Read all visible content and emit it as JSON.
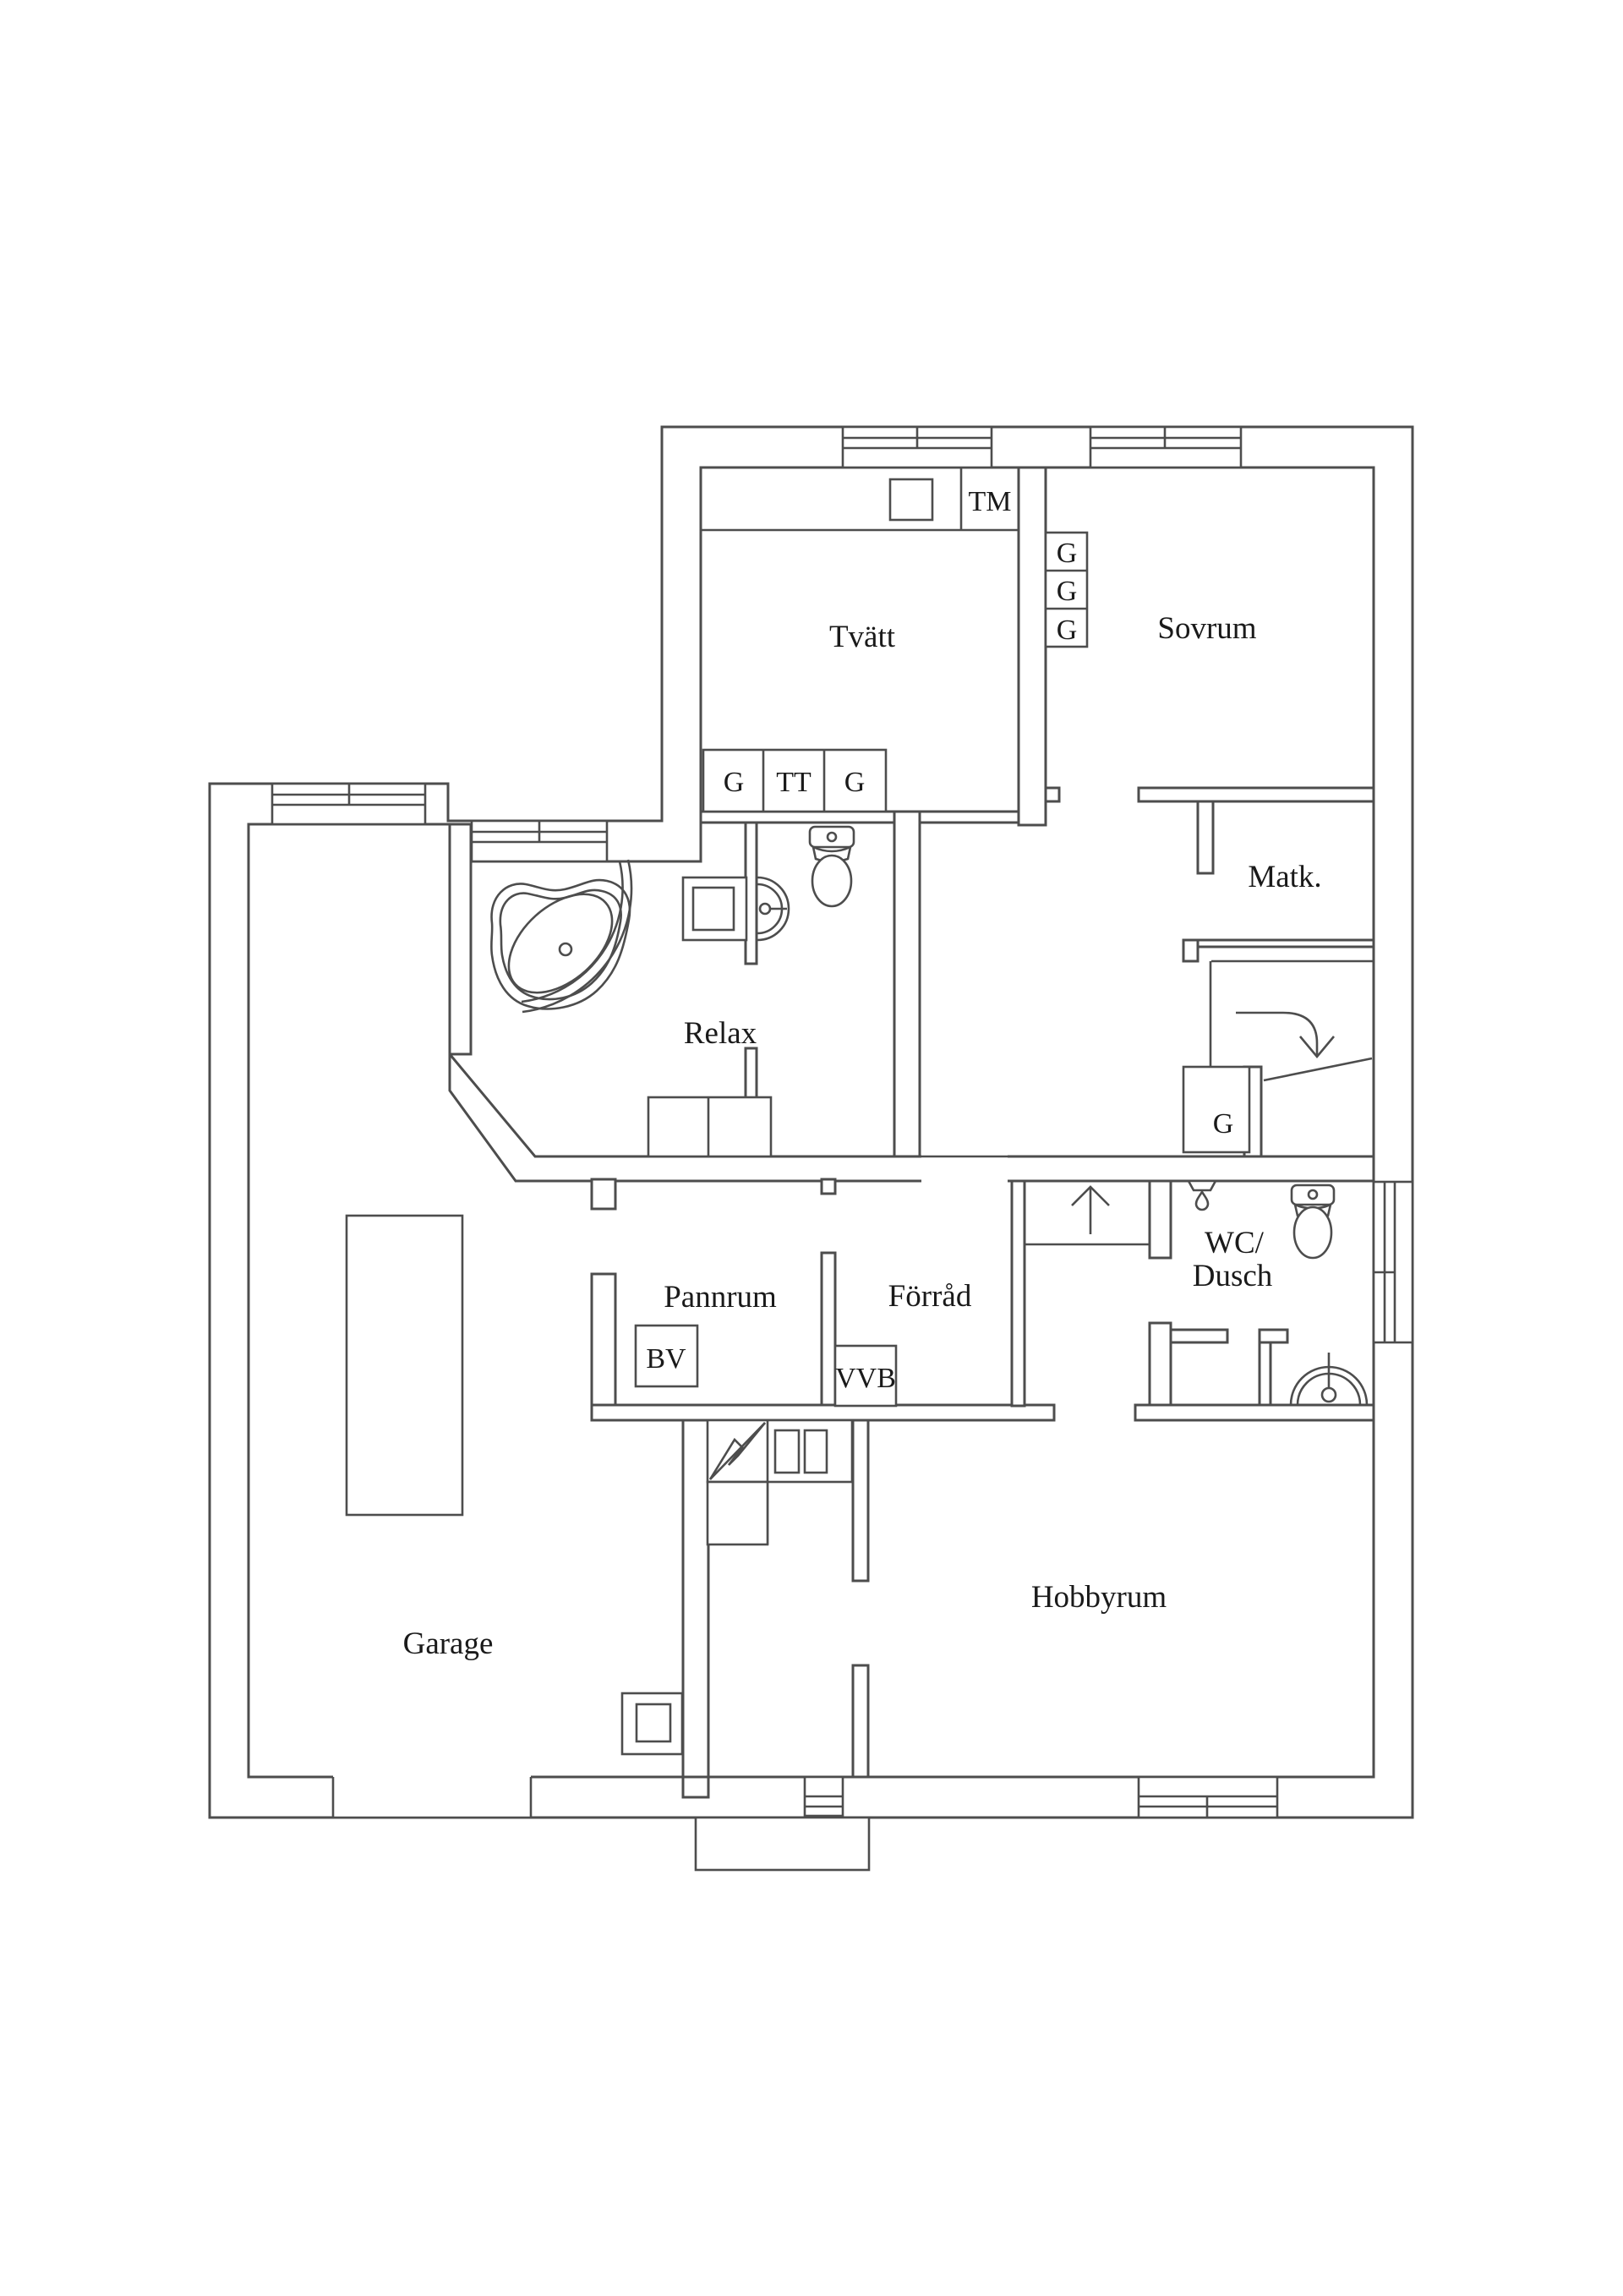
{
  "document": {
    "type": "basement-floor-plan",
    "background_color": "#ffffff",
    "line_color": "#4d4d4d",
    "text_color": "#1a1a1a"
  },
  "rooms": {
    "tvatt": {
      "label": "Tvätt"
    },
    "sovrum": {
      "label": "Sovrum"
    },
    "matk": {
      "label": "Matk."
    },
    "relax": {
      "label": "Relax"
    },
    "pannrum": {
      "label": "Pannrum"
    },
    "forrad": {
      "label": "Förråd"
    },
    "wc_dusch": {
      "label_line1": "WC/",
      "label_line2": "Dusch"
    },
    "garage": {
      "label": "Garage"
    },
    "hobbyrum": {
      "label": "Hobbyrum"
    }
  },
  "fixture_labels": {
    "tm": "TM",
    "tt": "TT",
    "g": "G",
    "bv": "BV",
    "vvb": "VVB"
  }
}
